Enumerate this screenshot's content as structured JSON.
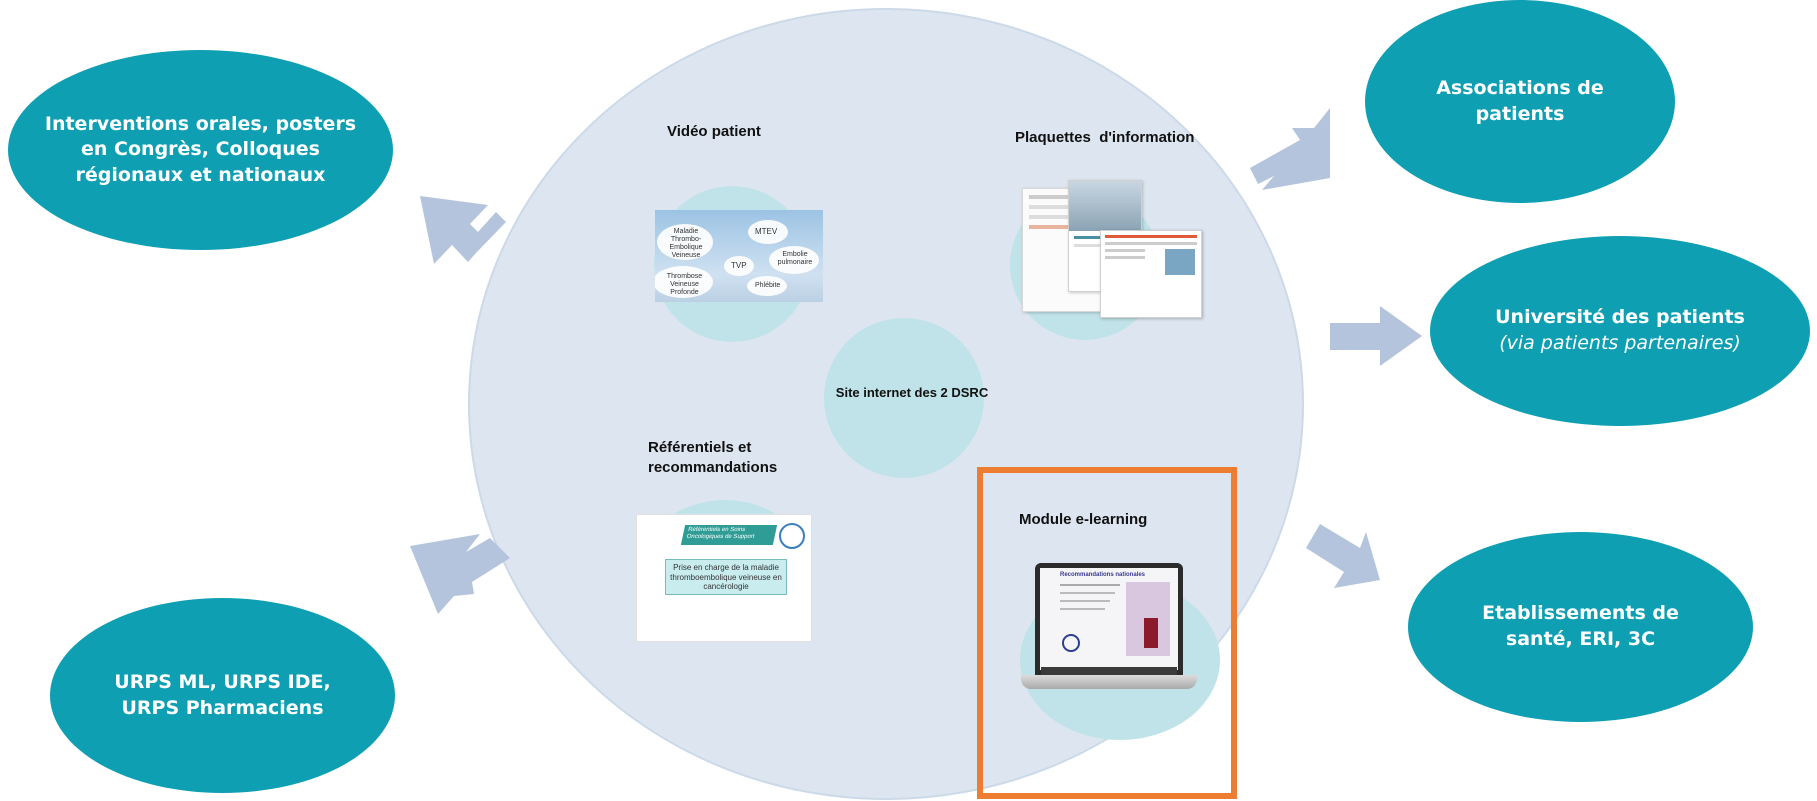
{
  "outer_nodes": {
    "interventions": "Interventions orales, posters en Congrès, Colloques régionaux et nationaux",
    "associations": "Associations de patients",
    "universite_title": "Université des patients",
    "universite_sub": "(via patients partenaires)",
    "etablissements": "Etablissements de santé, ERI, 3C",
    "urps": "URPS ML, URPS IDE, URPS Pharmaciens"
  },
  "inner_nodes": {
    "video_label": "Vidéo patient",
    "plaquettes_label": "Plaquettes  d'information",
    "center_label": "Site internet des 2 DSRC",
    "referentiels_label": "Référentiels et recommandations",
    "elearning_label": "Module e-learning"
  },
  "video_thumb": {
    "maladie": "Maladie Thrombo-Embolique Veineuse",
    "mtev": "MTEV",
    "embolie": "Embolie pulmonaire",
    "tvp": "TVP",
    "thrombose": "Thrombose Veineuse Profonde",
    "phlebite": "Phlébite"
  },
  "referentiels_thumb": {
    "banner": "Référentiels en Soins Oncologiques de Support",
    "box": "Prise en charge de la maladie thromboembolique veineuse en cancérologie"
  },
  "elearning_thumb": {
    "screen_title": "Recommandations nationales"
  },
  "colors": {
    "teal": "#0e9fb3",
    "circle_fill": "#dde6f0",
    "arrow": "#b4c4dc",
    "highlight": "#ed7d31",
    "small_circle": "#bfe3e8"
  }
}
